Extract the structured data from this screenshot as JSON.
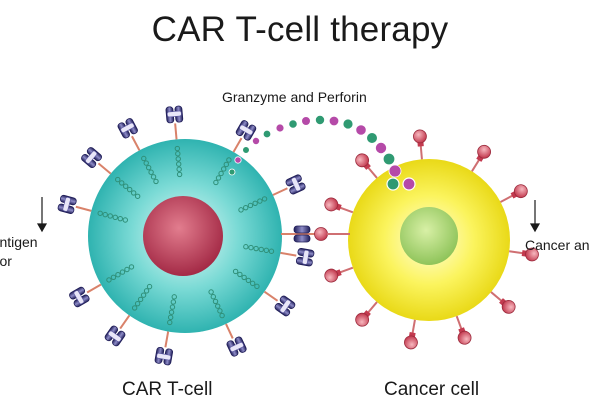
{
  "title": "CAR T-cell therapy",
  "labels": {
    "granzyme": "Granzyme and Perforin",
    "car_line1": "ric antigen",
    "car_line2": "ceptor",
    "cancer_antigen": "Cancer an",
    "car_t_cell": "CAR T-cell",
    "cancer_cell": "Cancer cell"
  },
  "colors": {
    "tcell": "#3cc4c0",
    "tcell_nucleus": "#c23b57",
    "cancer": "#f5ee2a",
    "cancer_nucleus": "#a8d66a",
    "receptor": "#2e2c72",
    "antigen": "#d35163",
    "granule_green": "#2f9a72",
    "granule_magenta": "#b54aa8"
  }
}
